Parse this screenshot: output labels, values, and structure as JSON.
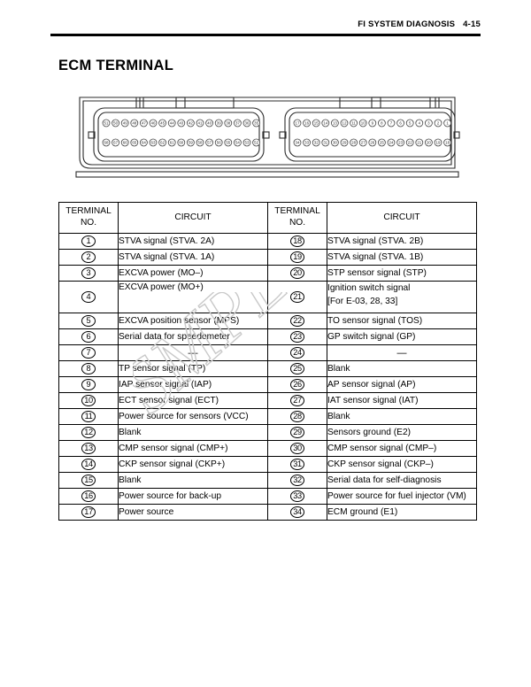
{
  "header": {
    "section_title": "FI SYSTEM DIAGNOSIS",
    "page_number": "4-15"
  },
  "title": "ECM TERMINAL",
  "connector": {
    "left_block": {
      "top_row": [
        "51",
        "50",
        "49",
        "48",
        "47",
        "46",
        "45",
        "44",
        "43",
        "42",
        "41",
        "40",
        "39",
        "38",
        "37",
        "36",
        "35"
      ],
      "bottom_row": [
        "68",
        "67",
        "66",
        "65",
        "64",
        "63",
        "62",
        "61",
        "60",
        "59",
        "58",
        "57",
        "56",
        "55",
        "54",
        "53",
        "52"
      ]
    },
    "right_block": {
      "top_row": [
        "17",
        "16",
        "15",
        "14",
        "13",
        "12",
        "11",
        "10",
        "9",
        "8",
        "7",
        "6",
        "5",
        "4",
        "3",
        "2",
        "1"
      ],
      "bottom_row": [
        "34",
        "33",
        "32",
        "31",
        "30",
        "29",
        "28",
        "27",
        "26",
        "25",
        "24",
        "23",
        "22",
        "21",
        "20",
        "19",
        "18"
      ]
    }
  },
  "table": {
    "headers": {
      "terminal_no": "TERMINAL\nNO.",
      "terminal_no_line1": "TERMINAL",
      "terminal_no_line2": "NO.",
      "circuit": "CIRCUIT"
    },
    "rows": [
      {
        "left_no": "1",
        "left_circuit": "STVA signal (STVA. 2A)",
        "right_no": "18",
        "right_circuit": "STVA signal (STVA. 2B)"
      },
      {
        "left_no": "2",
        "left_circuit": "STVA signal (STVA. 1A)",
        "right_no": "19",
        "right_circuit": "STVA signal (STVA. 1B)"
      },
      {
        "left_no": "3",
        "left_circuit": "EXCVA power (MO–)",
        "right_no": "20",
        "right_circuit": "STP sensor signal (STP)"
      },
      {
        "left_no": "4",
        "left_circuit": "EXCVA power (MO+)",
        "right_no": "21",
        "right_circuit_line1": "Ignition switch signal",
        "right_circuit_line2": "[For E-03, 28, 33]",
        "tall": true
      },
      {
        "left_no": "5",
        "left_circuit": "EXCVA position sensor (MPS)",
        "right_no": "22",
        "right_circuit": "TO sensor signal (TOS)"
      },
      {
        "left_no": "6",
        "left_circuit": "Serial data for speedometer",
        "right_no": "23",
        "right_circuit": "GP switch signal (GP)"
      },
      {
        "left_no": "7",
        "left_circuit": "—",
        "left_dash": true,
        "right_no": "24",
        "right_circuit": "—",
        "right_dash": true
      },
      {
        "left_no": "8",
        "left_circuit": "TP sensor signal (TP)",
        "right_no": "25",
        "right_circuit": "Blank"
      },
      {
        "left_no": "9",
        "left_circuit": "IAP sensor signal (IAP)",
        "right_no": "26",
        "right_circuit": "AP sensor signal (AP)"
      },
      {
        "left_no": "10",
        "left_circuit": "ECT sensor signal (ECT)",
        "right_no": "27",
        "right_circuit": "IAT sensor signal (IAT)"
      },
      {
        "left_no": "11",
        "left_circuit": "Power source for sensors (VCC)",
        "right_no": "28",
        "right_circuit": "Blank"
      },
      {
        "left_no": "12",
        "left_circuit": "Blank",
        "right_no": "29",
        "right_circuit": "Sensors ground (E2)"
      },
      {
        "left_no": "13",
        "left_circuit": "CMP sensor signal (CMP+)",
        "right_no": "30",
        "right_circuit": "CMP sensor signal (CMP–)"
      },
      {
        "left_no": "14",
        "left_circuit": "CKP sensor signal (CKP+)",
        "right_no": "31",
        "right_circuit": "CKP sensor signal (CKP–)"
      },
      {
        "left_no": "15",
        "left_circuit": "Blank",
        "right_no": "32",
        "right_circuit": "Serial data for self-diagnosis"
      },
      {
        "left_no": "16",
        "left_circuit": "Power source for back-up",
        "right_no": "33",
        "right_circuit": "Power source for fuel injector (VM)"
      },
      {
        "left_no": "17",
        "left_circuit": "Power source",
        "right_no": "34",
        "right_circuit": "ECM ground (E1)"
      }
    ]
  },
  "watermark": {
    "text": "SMPL"
  },
  "colors": {
    "ink": "#000000",
    "paper": "#ffffff",
    "line_gray": "#3a3a3a",
    "watermark": "#cfcfcf"
  }
}
